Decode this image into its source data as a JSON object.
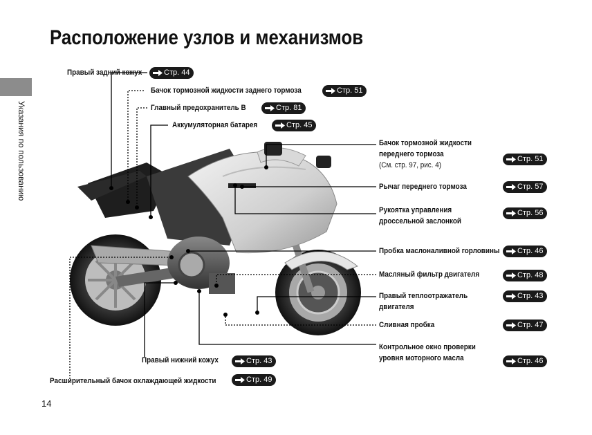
{
  "page": {
    "title": "Расположение узлов и механизмов",
    "side_label": "Указания по пользованию",
    "page_number": "14"
  },
  "labels": {
    "rear_cover": "Правый задний кожух",
    "rear_brake_fluid": "Бачок тормозной жидкости заднего тормоза",
    "main_fuse": "Главный предохранитель B",
    "battery": "Аккумуляторная батарея",
    "front_brake_fluid_1": "Бачок тормозной жидкости",
    "front_brake_fluid_2": "переднего тормоза",
    "front_brake_fluid_3": "(См. стр. 97, рис. 4)",
    "front_brake_lever": "Рычаг переднего тормоза",
    "throttle_1": "Рукоятка управления",
    "throttle_2": "дроссельной заслонкой",
    "oil_filler": "Пробка маслоналивной горловины",
    "oil_filter": "Масляный фильтр двигателя",
    "heat_guard_1": "Правый теплоотражатель",
    "heat_guard_2": "двигателя",
    "drain_plug": "Сливная пробка",
    "oil_window_1": "Контрольное окно проверки",
    "oil_window_2": "уровня моторного масла",
    "lower_cover": "Правый нижний кожух",
    "coolant_tank": "Расширительный бачок охлаждающей жидкости"
  },
  "refs": {
    "rear_cover": "Стр. 44",
    "rear_brake_fluid": "Стр. 51",
    "main_fuse": "Стр. 81",
    "battery": "Стр. 45",
    "front_brake_fluid": "Стр. 51",
    "front_brake_lever": "Стр. 57",
    "throttle": "Стр. 56",
    "oil_filler": "Стр. 46",
    "oil_filter": "Стр. 48",
    "heat_guard": "Стр. 43",
    "drain_plug": "Стр. 47",
    "oil_window": "Стр. 46",
    "lower_cover": "Стр. 43",
    "coolant_tank": "Стр. 49"
  },
  "icons": {
    "ref_arrow": "right-arrow-icon"
  }
}
